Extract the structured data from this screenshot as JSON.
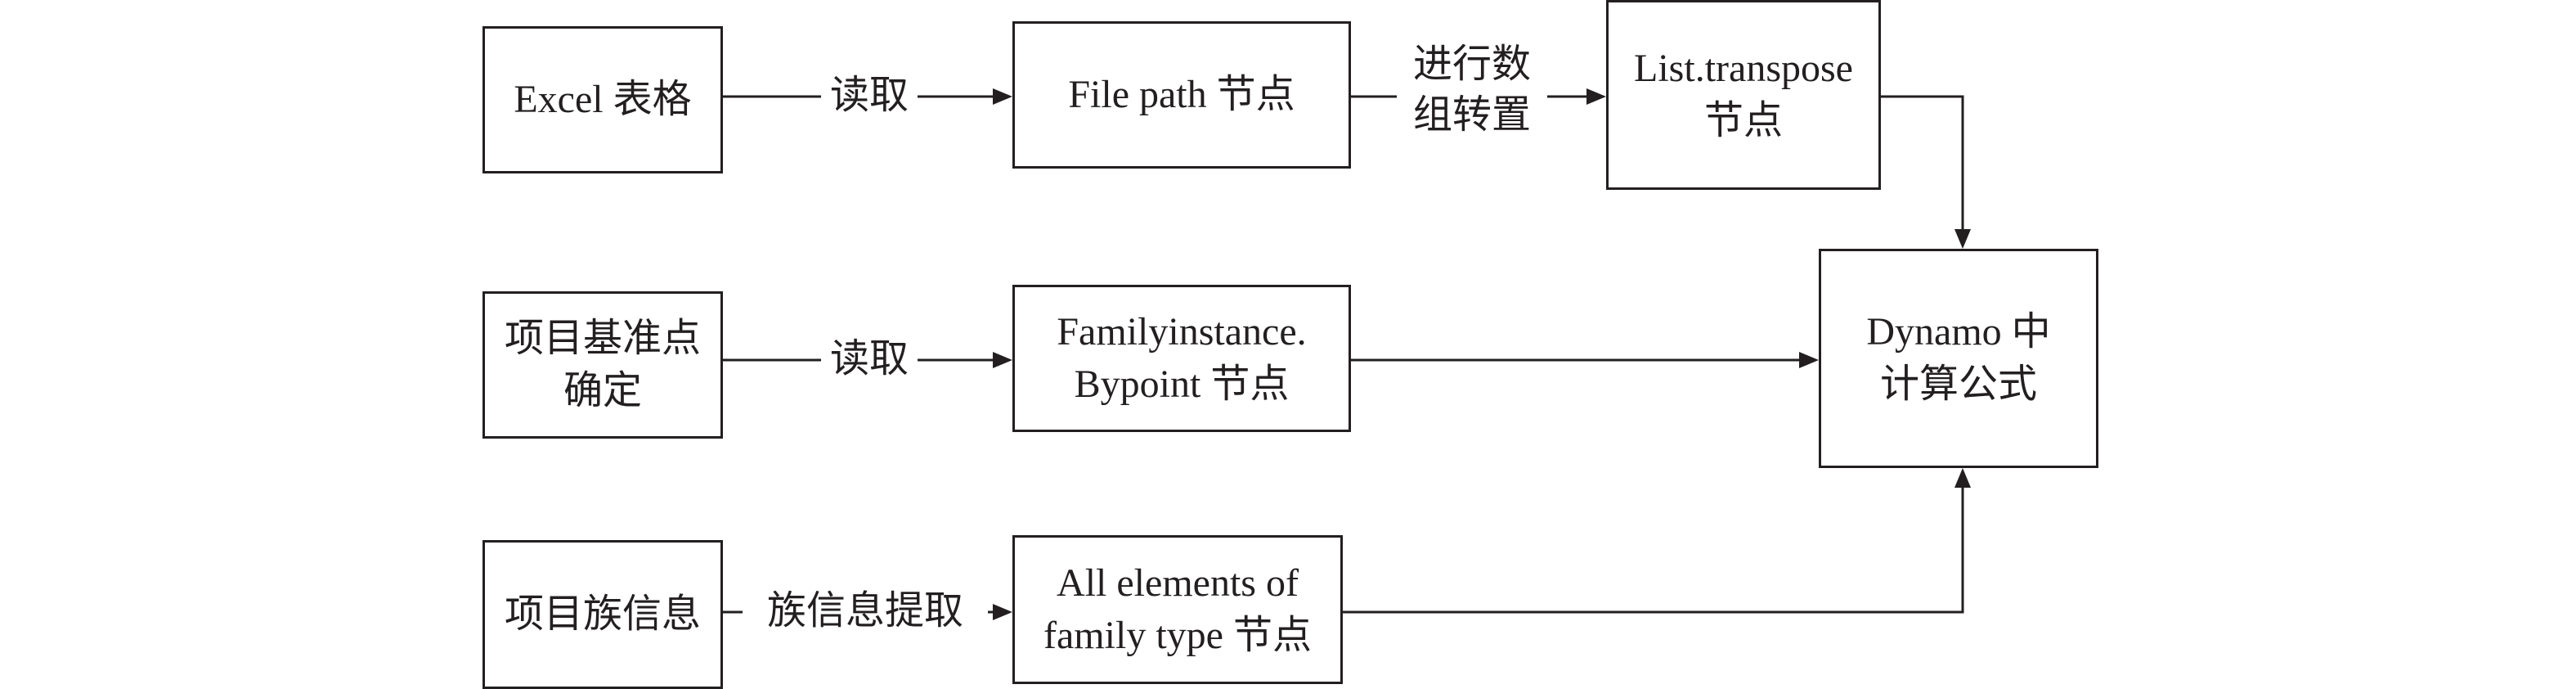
{
  "nodes": {
    "excel": {
      "lines": [
        "Excel 表格"
      ]
    },
    "filepath": {
      "lines": [
        "File path 节点"
      ]
    },
    "transpose": {
      "lines": [
        "List.transpose",
        "节点"
      ]
    },
    "basepoint": {
      "lines": [
        "项目基准点",
        "确定"
      ]
    },
    "bypoint": {
      "lines": [
        "Familyinstance.",
        "Bypoint 节点"
      ]
    },
    "familyinfo": {
      "lines": [
        "项目族信息"
      ]
    },
    "allelements": {
      "lines": [
        "All elements of",
        "family type 节点"
      ]
    },
    "dynamo": {
      "lines": [
        "Dynamo 中",
        "计算公式"
      ]
    }
  },
  "edges": {
    "read1": {
      "lines": [
        "读取"
      ]
    },
    "transpose_op": {
      "lines": [
        "进行数",
        "组转置"
      ]
    },
    "read2": {
      "lines": [
        "读取"
      ]
    },
    "extract": {
      "lines": [
        "族信息提取"
      ]
    }
  }
}
